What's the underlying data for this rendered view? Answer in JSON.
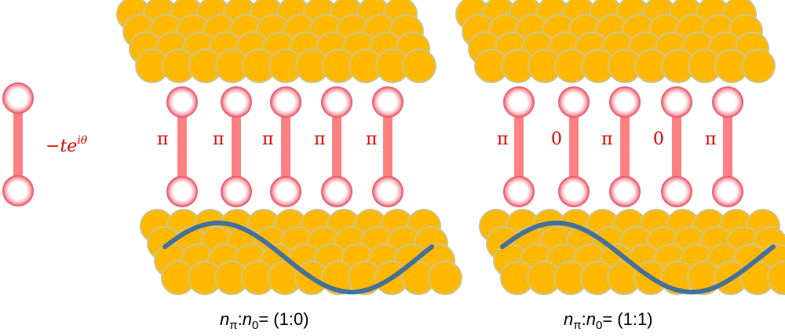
{
  "colors": {
    "atom_fill": "#FFB800",
    "atom_stroke": "#C9C48F",
    "link_color": "#FF8080",
    "label_color": "#E00000",
    "wave_color": "#44719B",
    "sphere_glow": "#E8455A"
  },
  "legend": {
    "coupling_minus_t": "−",
    "coupling_t": "te",
    "coupling_exp": "iθ"
  },
  "panels": [
    {
      "phases": [
        "π",
        "π",
        "π",
        "π",
        "π"
      ],
      "caption": {
        "n_pi": "n",
        "sub_pi": "π",
        "colon": ":",
        "n_0": "n",
        "sub_0": "0",
        "ratio": "= (1:0)"
      }
    },
    {
      "phases": [
        "π",
        "0",
        "π",
        "0",
        "π"
      ],
      "caption": {
        "n_pi": "n",
        "sub_pi": "π",
        "colon": ":",
        "n_0": "n",
        "sub_0": "0",
        "ratio": "= (1:1)"
      }
    }
  ]
}
